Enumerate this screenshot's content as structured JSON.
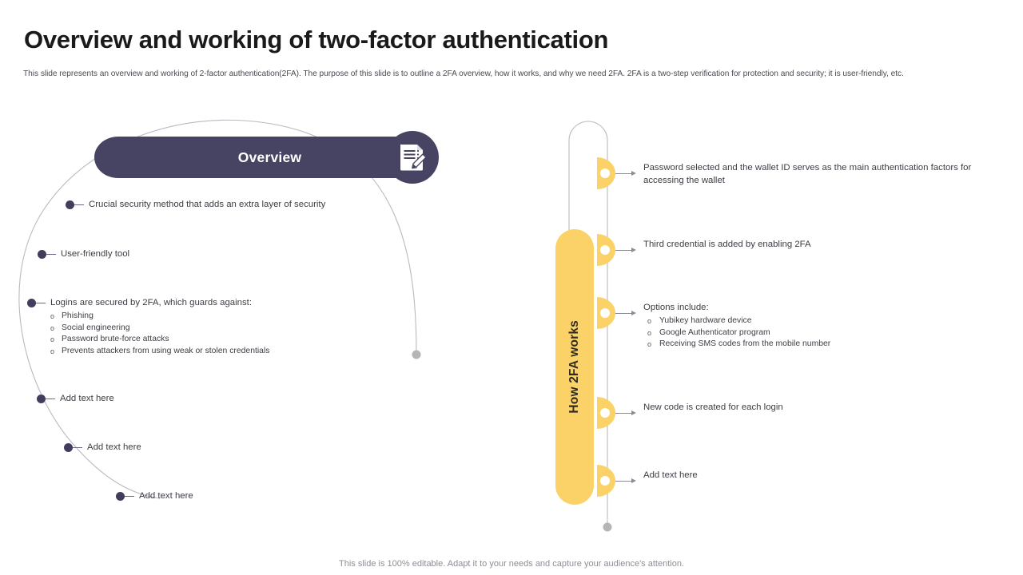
{
  "slide": {
    "title": "Overview and working of two-factor authentication",
    "subtitle": "This slide represents an overview and working of 2-factor authentication(2FA). The purpose of this slide is to outline a 2FA overview, how it works, and why we need 2FA.  2FA  is a two-step verification for protection and security; it is user-friendly, etc.",
    "footer": "This slide is 100% editable. Adapt it to your needs and capture your audience's attention."
  },
  "colors": {
    "dark": "#474362",
    "yellow": "#fbd267",
    "arc_line": "#b9b9c2",
    "dot": "#413d5c",
    "end_dot": "#b5b5b8",
    "text": "#3d3d45"
  },
  "overview": {
    "banner_label": "Overview",
    "badge_icon": "document-pencil-icon",
    "items": [
      {
        "text": "Crucial  security method that adds an  extra layer of security",
        "sub": []
      },
      {
        "text": "User-friendly  tool",
        "sub": []
      },
      {
        "text": "Logins  are secured  by 2FA, which guards  against:",
        "sub": [
          "Phishing",
          "Social engineering",
          "Password brute-force attacks",
          "Prevents attackers from using weak or stolen credentials"
        ]
      },
      {
        "text": "Add text here",
        "sub": []
      },
      {
        "text": "Add text here",
        "sub": []
      },
      {
        "text": "Add text here",
        "sub": []
      }
    ]
  },
  "how_it_works": {
    "bar_label": "How 2FA works",
    "steps": [
      {
        "text": "Password selected and the wallet ID serves  as the main authentication factors for  accessing the wallet",
        "sub": []
      },
      {
        "text": "Third  credential is added  by enabling  2FA",
        "sub": []
      },
      {
        "text": "Options include:",
        "sub": [
          "Yubikey hardware device",
          "Google Authenticator program",
          "Receiving SMS codes from the mobile number"
        ]
      },
      {
        "text": "New code  is created  for each login",
        "sub": []
      },
      {
        "text": "Add text here",
        "sub": []
      }
    ]
  }
}
